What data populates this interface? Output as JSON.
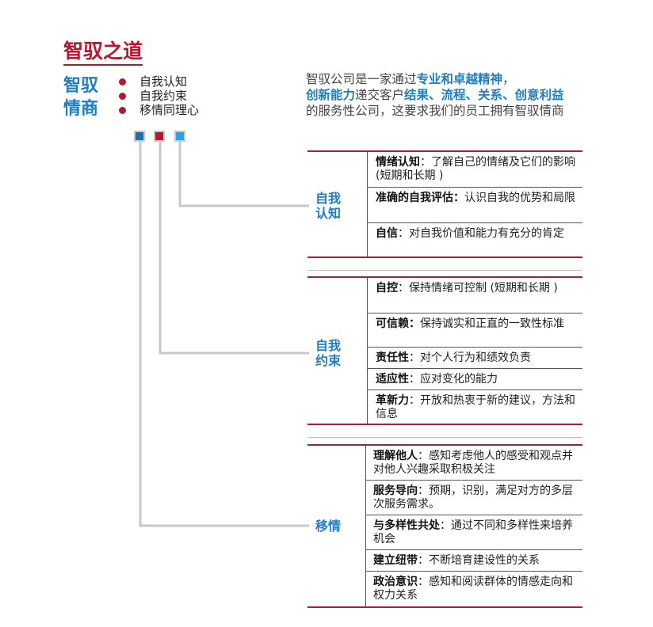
{
  "title": "智驭之道",
  "eq_label": [
    "智驭",
    "情商"
  ],
  "bullets": [
    "自我认知",
    "自我约束",
    "移情同理心"
  ],
  "intro": {
    "line1_a": "智驭公司是一家通过",
    "line1_b": "专业和卓越精神",
    "line1_c": "，",
    "line2_a": "创新能力",
    "line2_b": "递交客户",
    "line2_c": "结果、流程、关系、创意利益",
    "line3": "的服务性公司，这要求我们的员工拥有智驭情商"
  },
  "colors": {
    "brand_red": "#b5182f",
    "brand_blue": "#1f7ec2",
    "square_1": "#1f6fb4",
    "square_2": "#b5182f",
    "square_3": "#29a3e0"
  },
  "sections": [
    {
      "label": [
        "自我",
        "认知"
      ],
      "items": [
        {
          "term": "情绪认知",
          "desc": "：了解自己的情绪及它们的影响 (短期和长期 )"
        },
        {
          "term": "准确的自我评估：",
          "desc": "认识自我的优势和局限"
        },
        {
          "term": "自信",
          "desc": "：对自我价值和能力有充分的肯定"
        }
      ]
    },
    {
      "label": [
        "自我",
        "约束"
      ],
      "items": [
        {
          "term": "自控",
          "desc": "：保持情绪可控制 (短期和长期 )"
        },
        {
          "term": "可信赖：",
          "desc": "保持诚实和正直的一致性标准"
        },
        {
          "term": "责任性",
          "desc": "：对个人行为和绩效负责"
        },
        {
          "term": "适应性",
          "desc": "：应对变化的能力"
        },
        {
          "term": "革新力",
          "desc": "：开放和热衷于新的建议，方法和信息"
        }
      ]
    },
    {
      "label": [
        "移情"
      ],
      "items": [
        {
          "term": "理解他人",
          "desc": "：感知考虑他人的感受和观点并对他人兴趣采取积极关注"
        },
        {
          "term": "服务导向",
          "desc": "：预期，识别，满足对方的多层次服务需求。"
        },
        {
          "term": "与多样性共处",
          "desc": "：通过不同和多样性来培养机会"
        },
        {
          "term": "建立纽带",
          "desc": "：不断培育建设性的关系"
        },
        {
          "term": "政治意识",
          "desc": "：感知和阅读群体的情感走向和权力关系"
        }
      ]
    }
  ]
}
